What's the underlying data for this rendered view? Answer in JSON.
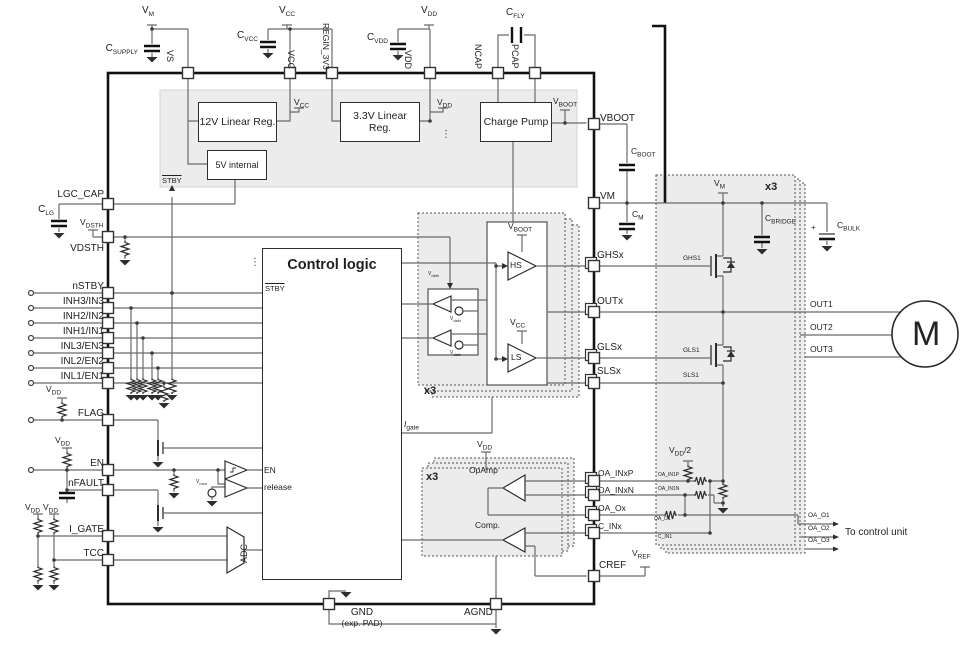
{
  "diagram": {
    "x3": "x3",
    "dots": "⋮",
    "to_control_unit": "To control unit"
  },
  "blocks": {
    "reg12": "12V Linear Reg.",
    "reg33": "3.3V Linear Reg.",
    "reg5": "5V internal",
    "charge_pump": "Charge Pump",
    "control_logic": "Control logic",
    "adc": "ADC",
    "hs": "HS",
    "ls": "LS",
    "opamp": "OpAmp",
    "comp": "Comp.",
    "motor": "M"
  },
  "pins": {
    "top": {
      "vs": "VS",
      "vcc": "VCC",
      "regin": "REGIN_3V3",
      "vdd": "VDD",
      "ncap": "NCAP",
      "pcap": "PCAP"
    },
    "left": {
      "lgc_cap": "LGC_CAP",
      "vdsth": "VDSTH",
      "nstby": "nSTBY",
      "inh3": "INH3/IN3",
      "inh2": "INH2/IN2",
      "inh1": "INH1/IN1",
      "inl3": "INL3/EN3",
      "inl2": "INL2/EN2",
      "inl1": "INL1/EN1",
      "flag": "FLAG",
      "en": "EN",
      "nfault": "nFAULT",
      "i_gate": "I_GATE",
      "tcc": "TCC"
    },
    "right": {
      "vboot": "VBOOT",
      "vm": "VM",
      "ghsx": "GHSx",
      "outx": "OUTx",
      "glsx": "GLSx",
      "slsx": "SLSx",
      "oa_inxp": "OA_INxP",
      "oa_inxn": "OA_INxN",
      "oa_ox": "OA_Ox",
      "c_inx": "C_INx",
      "cref": "CREF"
    },
    "bottom": {
      "gnd": "GND",
      "gnd2": "(exp. PAD)",
      "agnd": "AGND"
    }
  },
  "supplies": {
    "vm": {
      "main": "V",
      "sub": "M"
    },
    "vcc": {
      "main": "V",
      "sub": "CC"
    },
    "vdd": {
      "main": "V",
      "sub": "DD"
    },
    "vboot": {
      "main": "V",
      "sub": "BOOT"
    },
    "vdsth": {
      "main": "V",
      "sub": "DSTH"
    },
    "vref": {
      "main": "V",
      "sub": "REF"
    },
    "vdd2": {
      "main": "V",
      "sub": "DD",
      "suffix": "/2"
    },
    "vmon": {
      "main": "V",
      "sub": "mon"
    },
    "vdsth_c": {
      "main": "V",
      "sub": "dsth"
    },
    "igate": {
      "main": "I",
      "sub": "gate"
    }
  },
  "caps": {
    "csupply": {
      "main": "C",
      "sub": "SUPPLY"
    },
    "cvcc": {
      "main": "C",
      "sub": "VCC"
    },
    "cvdd": {
      "main": "C",
      "sub": "VDD"
    },
    "cfly": {
      "main": "C",
      "sub": "FLY"
    },
    "cboot": {
      "main": "C",
      "sub": "BOOT"
    },
    "cm": {
      "main": "C",
      "sub": "M"
    },
    "cbridge": {
      "main": "C",
      "sub": "BRIDGE"
    },
    "cbulk": {
      "main": "C",
      "sub": "BULK"
    },
    "clg": {
      "main": "C",
      "sub": "LG"
    },
    "plus": "+"
  },
  "signals": {
    "stby": "STBY",
    "en": "EN",
    "release": "release",
    "ghs1": "GHS1",
    "gls1": "GLS1",
    "sls1": "SLS1",
    "out1": "OUT1",
    "out2": "OUT2",
    "out3": "OUT3",
    "oa_in1p": "OA_IN1P",
    "oa_in1n": "OA_IN1N",
    "oa_o1": "OA_O1",
    "c_in1": "C_IN1",
    "oa_o2": "OA_O2",
    "oa_o3": "OA_O3"
  }
}
